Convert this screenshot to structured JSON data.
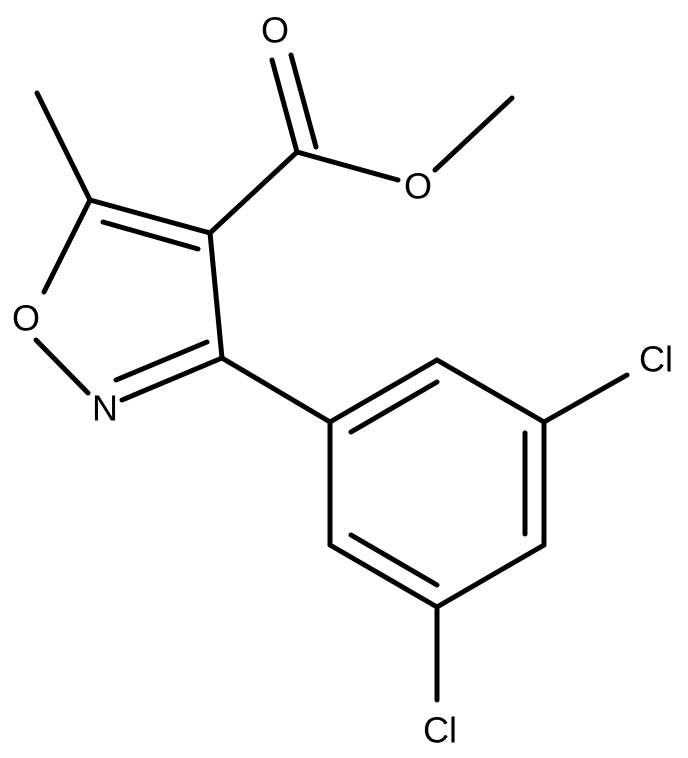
{
  "structure": {
    "atoms": {
      "o_carbonyl": "O",
      "o_ester": "O",
      "o_ring": "O",
      "n_ring": "N",
      "cl_top": "Cl",
      "cl_bottom": "Cl"
    }
  },
  "colors": {
    "bond": "#000000",
    "text": "#000000",
    "background": "#ffffff"
  }
}
